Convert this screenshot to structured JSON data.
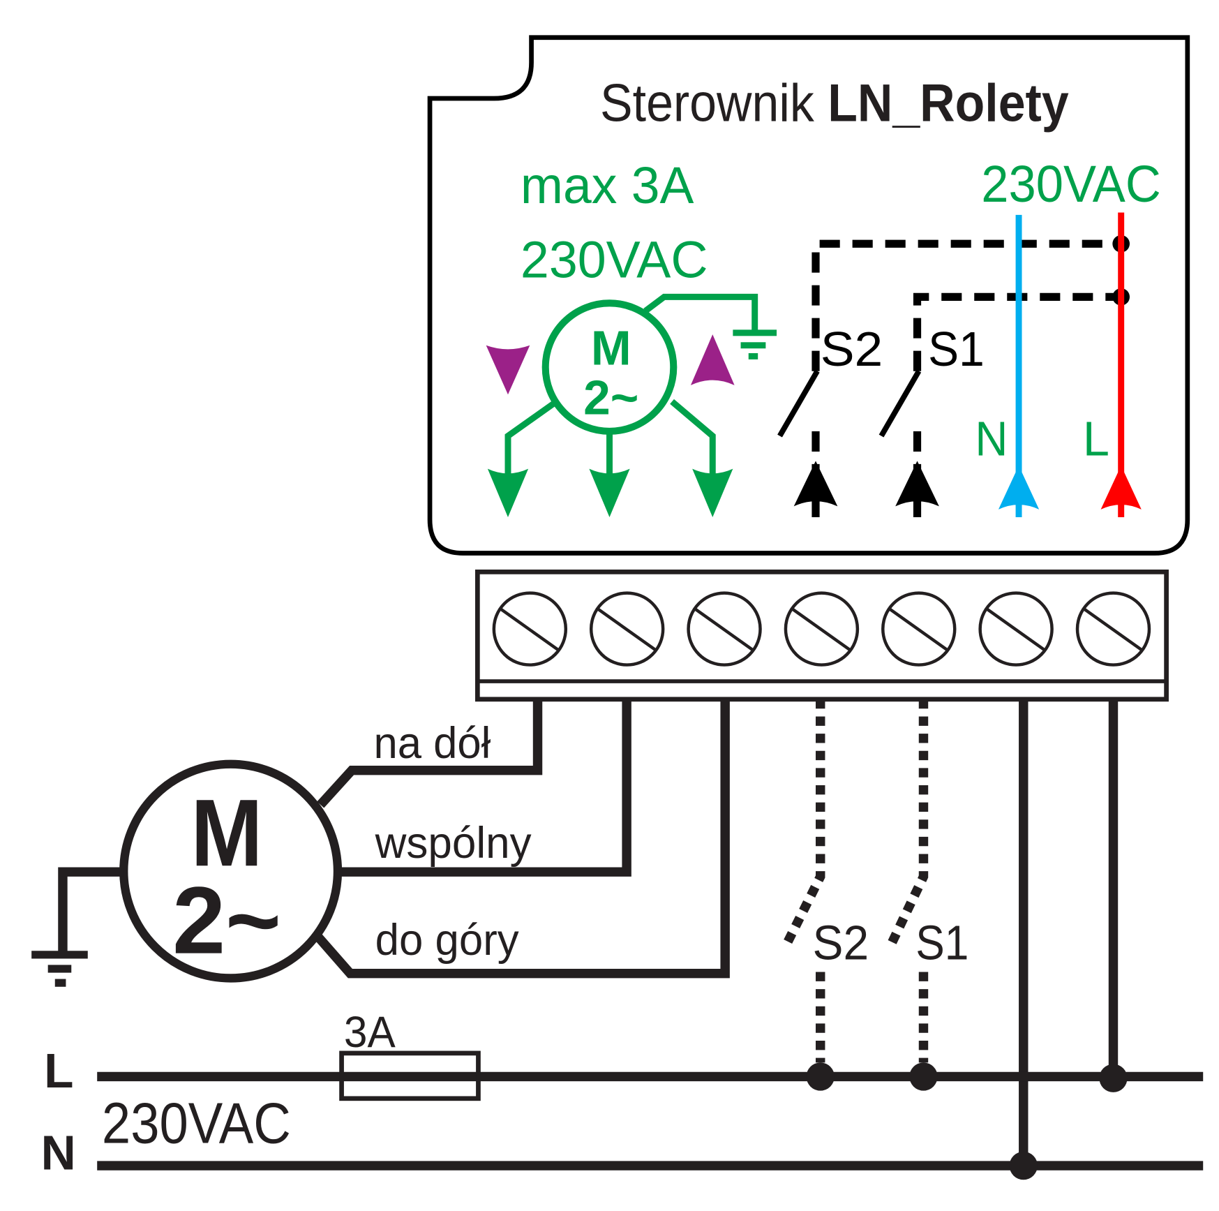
{
  "controller": {
    "title_regular": "Sterownik",
    "title_bold": "LN_Rolety",
    "motor_rating_line1": "max 3A",
    "motor_rating_line2": "230VAC",
    "supply_label": "230VAC",
    "motor_symbol_letter": "M",
    "motor_symbol_phase": "2~",
    "switch_labels": [
      "S2",
      "S1"
    ],
    "neutral_label": "N",
    "line_label": "L",
    "terminal_count": 7
  },
  "motor": {
    "letter": "M",
    "phase": "2~",
    "wires": [
      "na dół",
      "wspólny",
      "do góry"
    ]
  },
  "external_switches": [
    "S2",
    "S1"
  ],
  "mains": {
    "line_label": "L",
    "neutral_label": "N",
    "voltage": "230VAC",
    "fuse_rating": "3A"
  },
  "colors": {
    "green": "#00a14b",
    "purple": "#9b2188",
    "neutral_blue": "#00aeef",
    "line_red": "#ff0000",
    "black": "#231f20"
  }
}
